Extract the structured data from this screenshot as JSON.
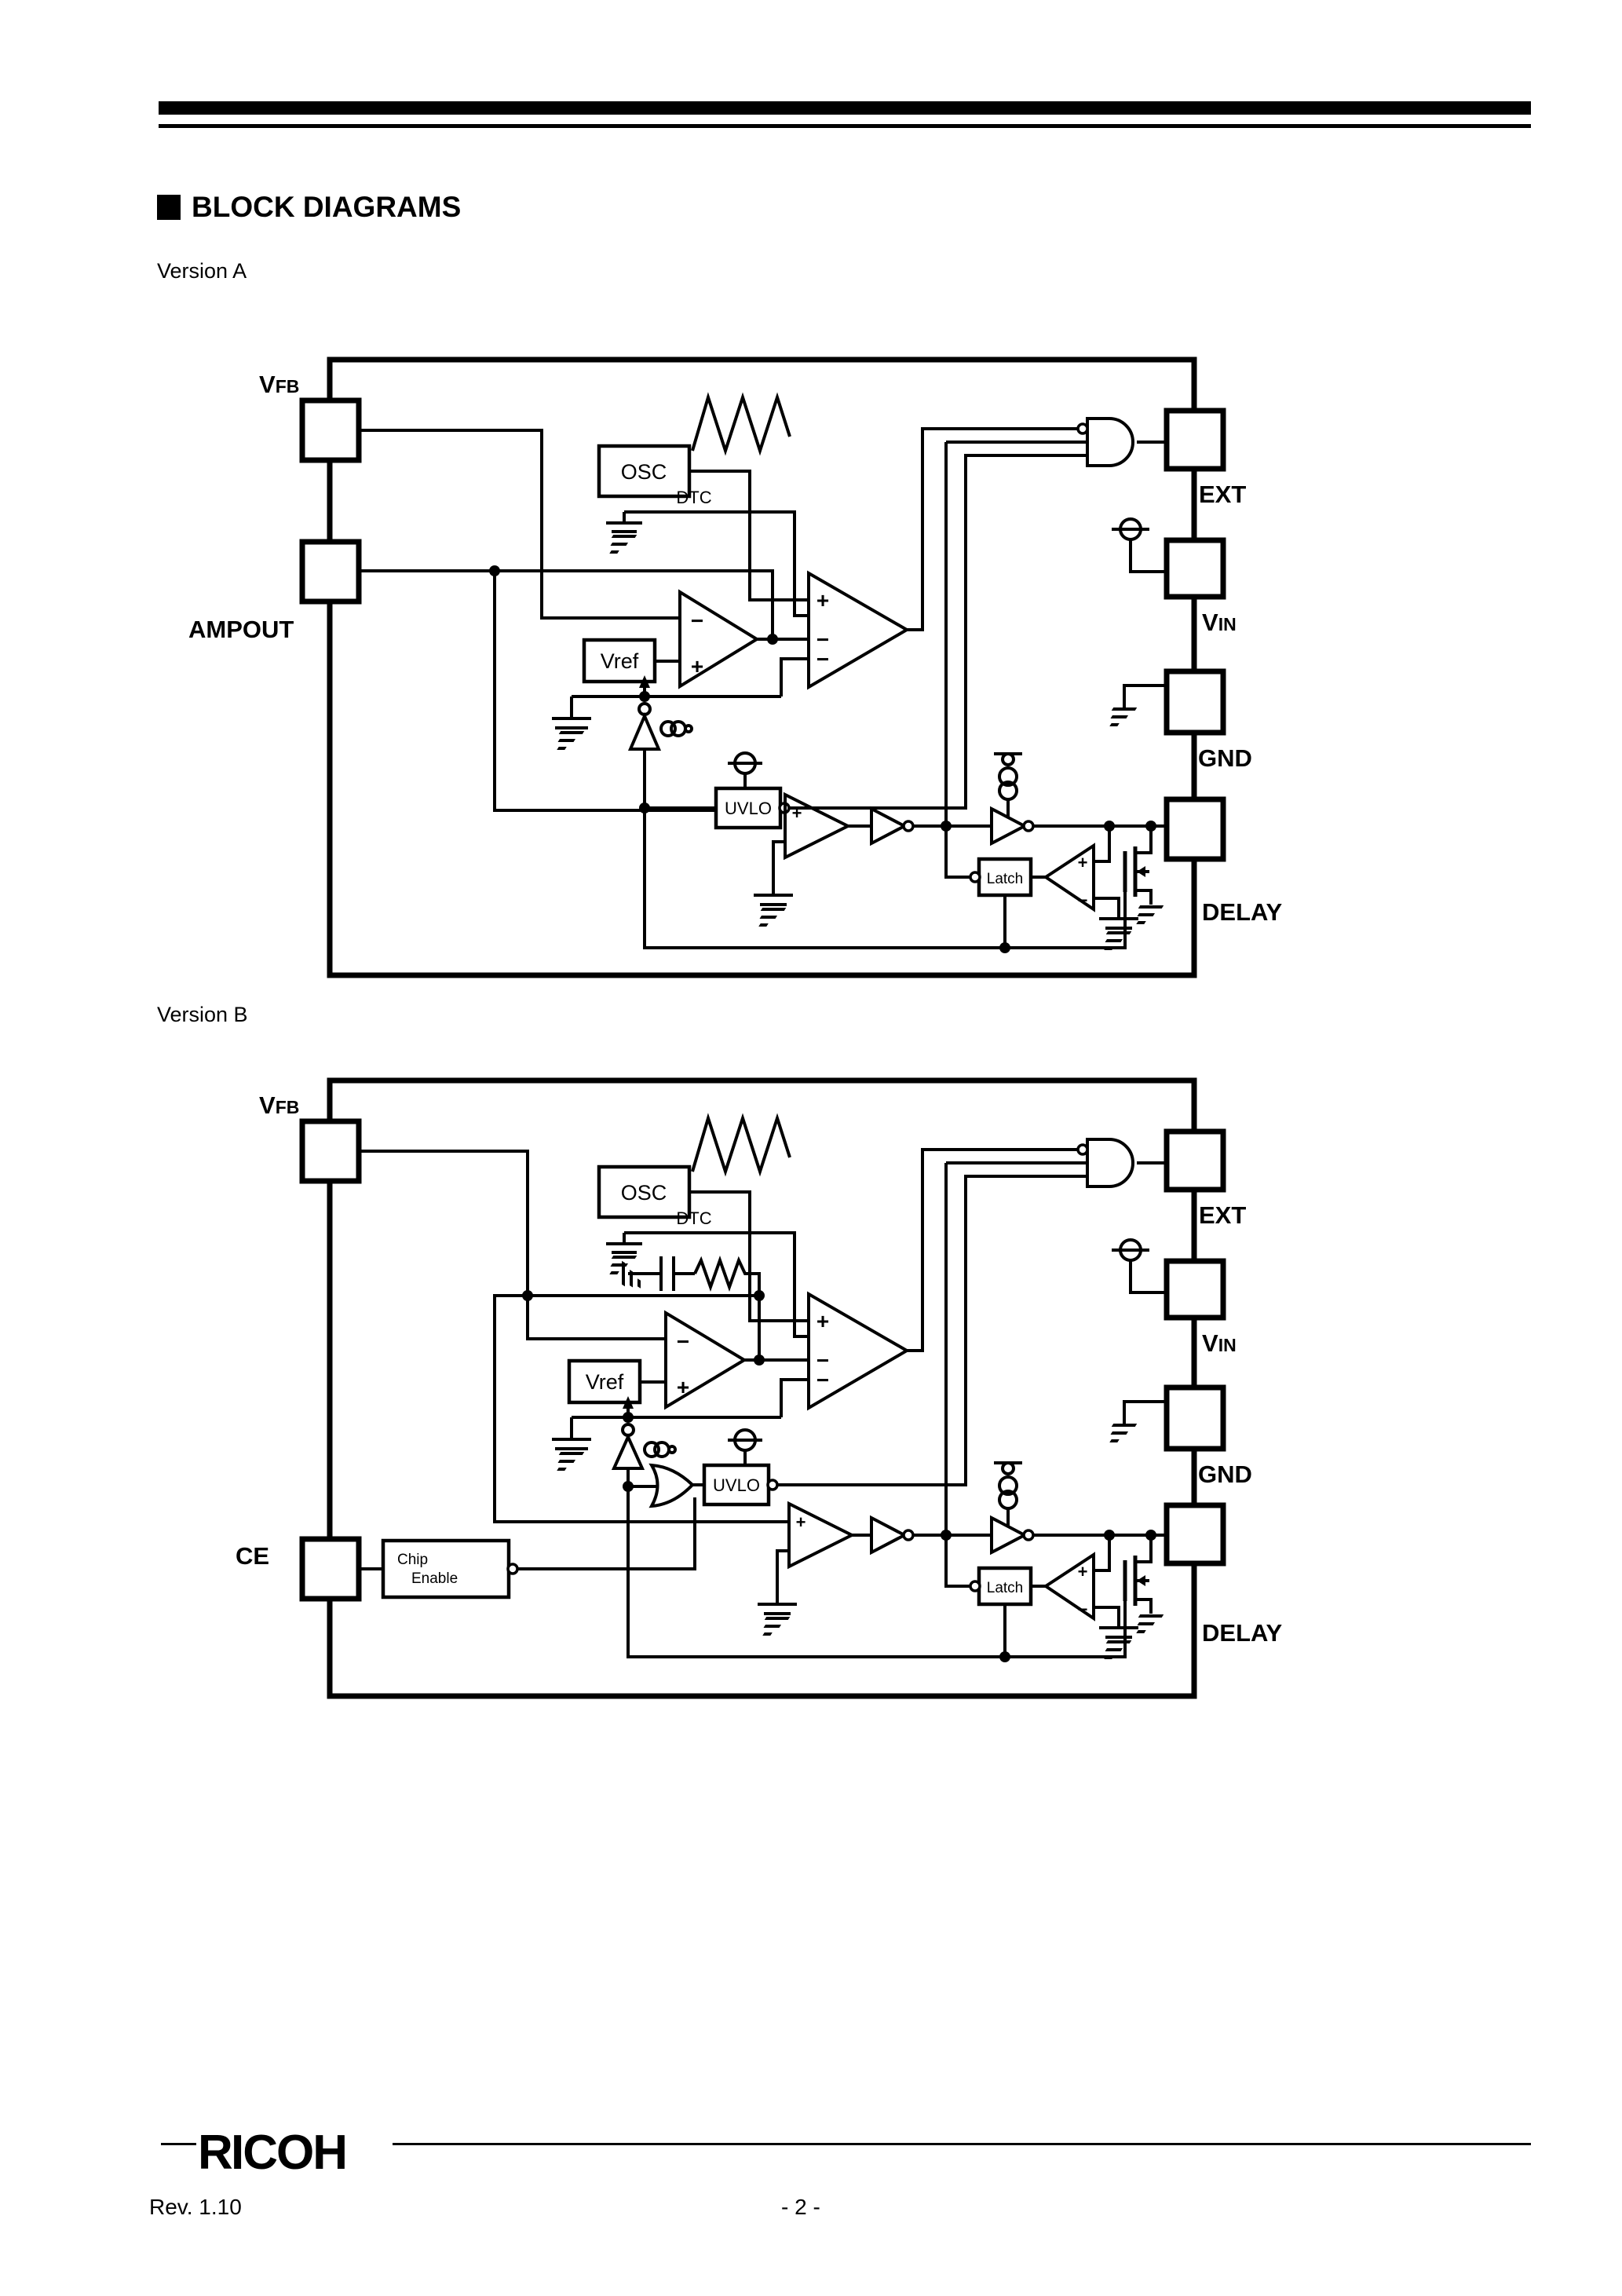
{
  "page": {
    "heading": "BLOCK DIAGRAMS",
    "version_a": "Version A",
    "version_b": "Version B"
  },
  "footer": {
    "logo_r": "R",
    "logo_rest": "ICOH",
    "revision": "Rev. 1.10",
    "page_number": "- 2 -"
  },
  "sym": {
    "plus": "+",
    "minus": "−"
  },
  "a": {
    "pins": {
      "vfb_main": "V",
      "vfb_sub": "FB",
      "ampout": "AMPOUT",
      "ext": "EXT",
      "vin_main": "V",
      "vin_sub": "IN",
      "gnd": "GND",
      "delay": "DELAY"
    },
    "blocks": {
      "osc": "OSC",
      "dtc": "DTC",
      "vref": "Vref",
      "uvlo": "UVLO",
      "latch": "Latch"
    }
  },
  "b": {
    "pins": {
      "vfb_main": "V",
      "vfb_sub": "FB",
      "ce": "CE",
      "ext": "EXT",
      "vin_main": "V",
      "vin_sub": "IN",
      "gnd": "GND",
      "delay": "DELAY"
    },
    "blocks": {
      "osc": "OSC",
      "dtc": "DTC",
      "vref": "Vref",
      "uvlo": "UVLO",
      "latch": "Latch",
      "chip_line1": "Chip",
      "chip_line2": "Enable"
    }
  }
}
